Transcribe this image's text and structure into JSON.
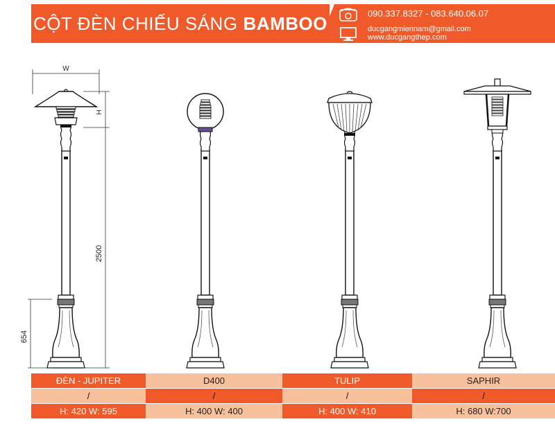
{
  "header": {
    "title_prefix": "CỘT ĐÈN CHIẾU SÁNG",
    "title_brand": "BAMBOO",
    "phone": "090.337.8327 - 083.640.06.07",
    "email": "ducgangmiennam@gmail.com",
    "website": "www.ducgangthep.com",
    "phone_icon": "phone-icon",
    "web_icon": "monitor-icon"
  },
  "dimensions": {
    "w_label": "W",
    "h_label": "H",
    "pole_height": "2500",
    "base_height": "654"
  },
  "products": [
    {
      "name": "ĐÈN - JUPITER",
      "separator": "/",
      "size": "H: 420 W: 595"
    },
    {
      "name": "D400",
      "separator": "/",
      "size": "H: 400 W: 400"
    },
    {
      "name": "TULIP",
      "separator": "/",
      "size": "H: 400 W: 410"
    },
    {
      "name": "SAPHIR",
      "separator": "/",
      "size": "H: 680 W:700"
    }
  ],
  "colors": {
    "accent": "#f05a2b",
    "light": "#f8c19e"
  }
}
